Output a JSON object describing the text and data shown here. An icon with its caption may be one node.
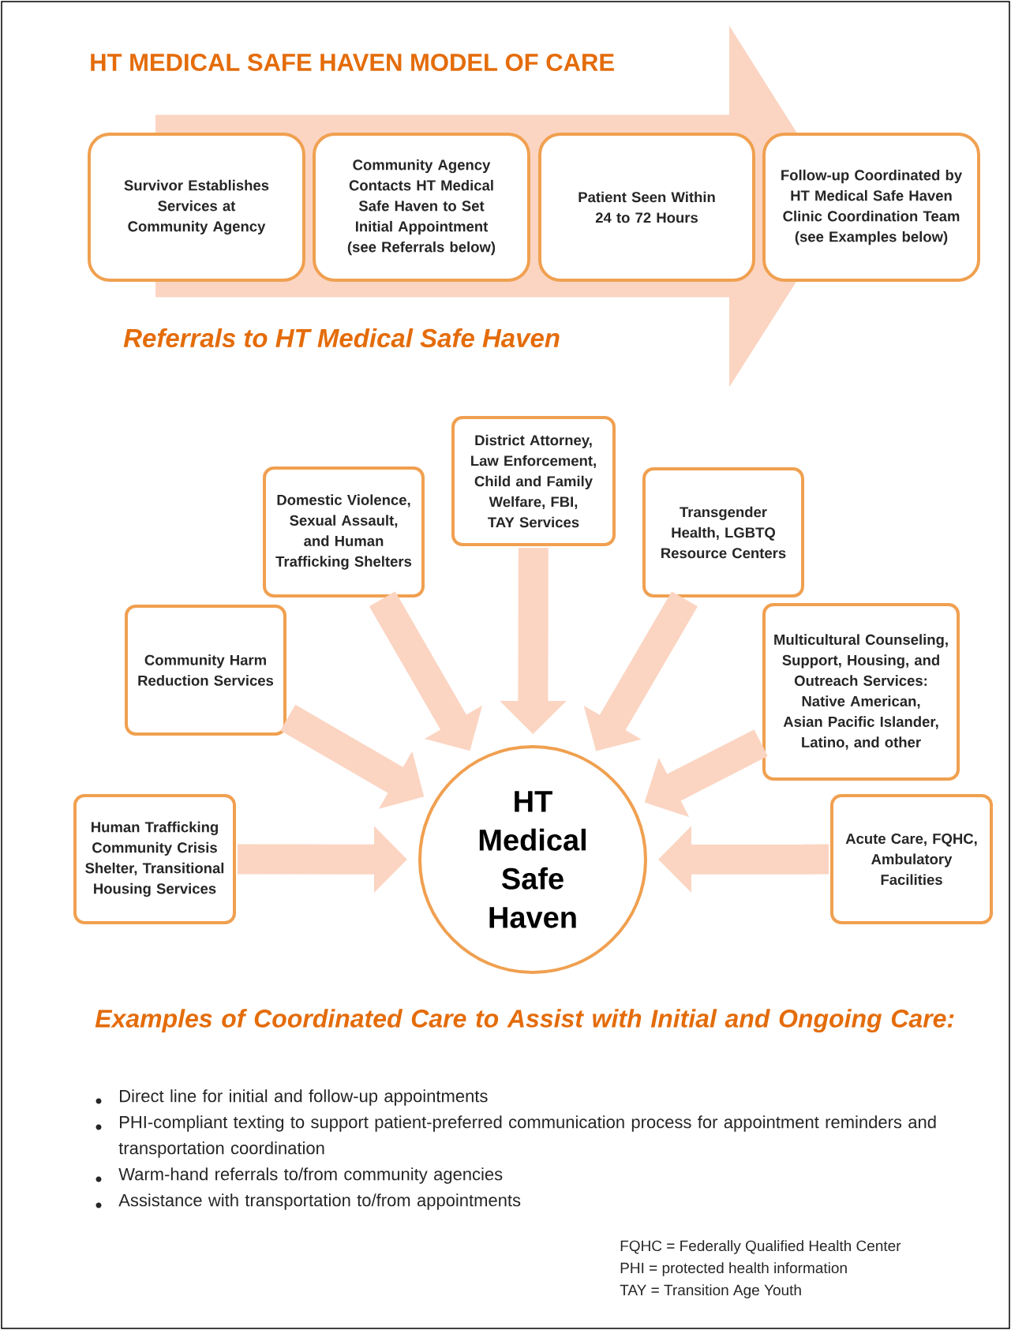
{
  "diagram": {
    "title": "HT MEDICAL SAFE HAVEN MODEL OF CARE",
    "nodes": [
      {
        "text": [
          "Survivor Establishes Services at Community Agency"
        ]
      },
      {
        "text": [
          "Community Agency Contacts HT Medical Safe Haven to Set Initial Appointment (see Referrals below)"
        ]
      },
      {
        "text": [
          "Patient Seen Within 24 to 72 Hours"
        ]
      },
      {
        "text": [
          "Follow-up Coordinated by HT Medical Safe Haven Clinic Coordination Team (see Examples below)"
        ]
      },
      {
        "text": [
          "District Attorney, Law Enforcement, Child and Family Welfare, FBI, TAY Services"
        ]
      },
      {
        "text": [
          "Domestic Violence, Sexual Assault, and Human Trafficking Shelters"
        ]
      },
      {
        "text": [
          "Transgender Health, LGBTQ Resource Centers"
        ]
      },
      {
        "text": [
          "Community Harm Reduction Services"
        ]
      },
      {
        "text": [
          "Multicultural Counseling, Support, Housing, and Outreach Services: Native American, Asian Pacific Islander, Latino, and other"
        ]
      },
      {
        "text": [
          "Human Trafficking Community Crisis Shelter, Transitional Housing Services"
        ]
      },
      {
        "text": [
          "Acute Care, FQHC, Ambulatory Facilities"
        ]
      },
      {
        "text": [
          "HT Medical Safe Haven"
        ]
      }
    ],
    "edges": [
      {
        "from": 0,
        "to": 3,
        "arrow": "to"
      },
      {
        "from": 4,
        "to": 11,
        "arrow": "to"
      },
      {
        "from": 5,
        "to": 11,
        "arrow": "to"
      },
      {
        "from": 6,
        "to": 11,
        "arrow": "to"
      },
      {
        "from": 7,
        "to": 11,
        "arrow": "to"
      },
      {
        "from": 8,
        "to": 11,
        "arrow": "to"
      },
      {
        "from": 9,
        "to": 11,
        "arrow": "to"
      },
      {
        "from": 10,
        "to": 11,
        "arrow": "to"
      }
    ],
    "labels": [
      "Referrals to HT Medical Safe Haven",
      "Examples of Coordinated Care to Assist with Initial and Ongoing Care:",
      "Direct line for initial and follow-up appointments",
      "PHI-compliant texting to support patient-preferred communication process for appointment reminders and transportation coordination",
      "Warm-hand referrals to/from community agencies",
      "Assistance with transportation to/from appointments",
      "FQHC = Federally Qualified Health Center",
      "PHI = protected health information",
      "TAY = Transition Age Youth"
    ]
  }
}
